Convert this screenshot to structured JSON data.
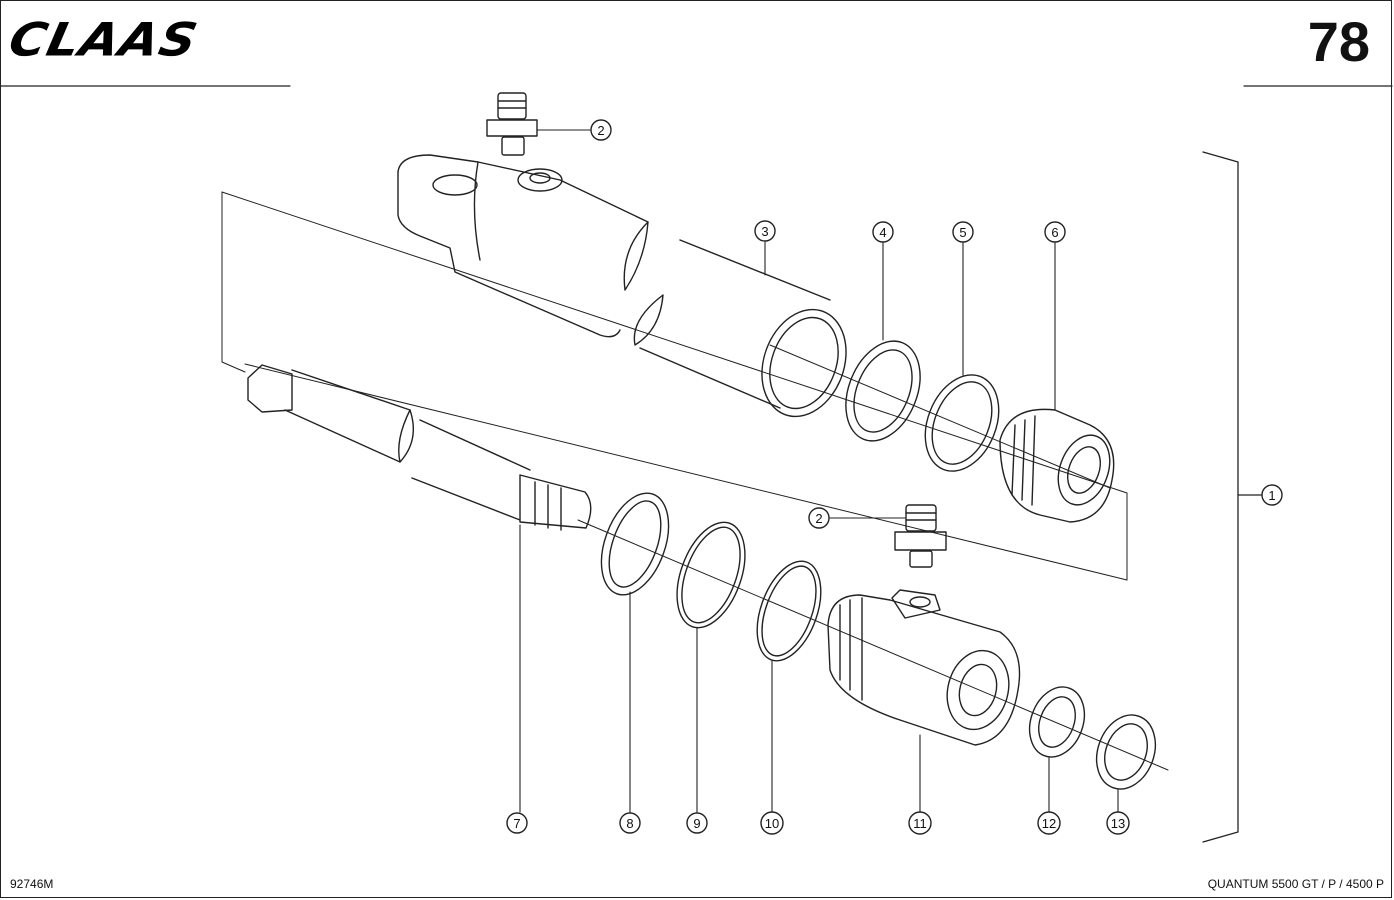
{
  "header": {
    "brand": "CLAAS",
    "page_number": "78"
  },
  "footer": {
    "drawing_number": "92746M",
    "model": "QUANTUM  5500 GT / P / 4500 P"
  },
  "callouts": [
    {
      "label": "1"
    },
    {
      "label": "2"
    },
    {
      "label": "2"
    },
    {
      "label": "3"
    },
    {
      "label": "4"
    },
    {
      "label": "5"
    },
    {
      "label": "6"
    },
    {
      "label": "7"
    },
    {
      "label": "8"
    },
    {
      "label": "9"
    },
    {
      "label": "10"
    },
    {
      "label": "11"
    },
    {
      "label": "12"
    },
    {
      "label": "13"
    }
  ]
}
